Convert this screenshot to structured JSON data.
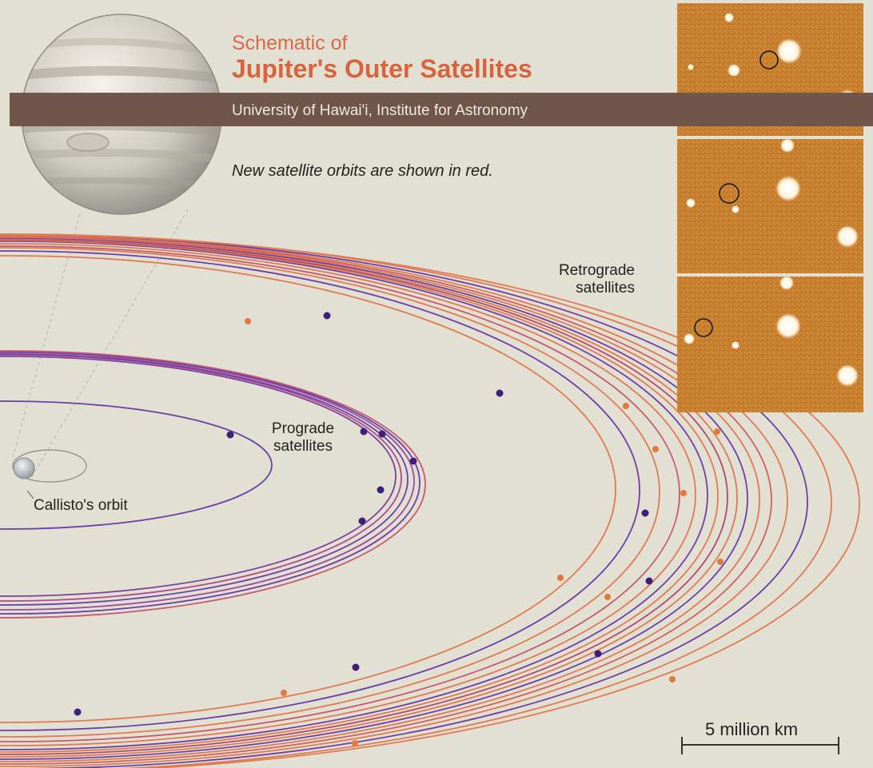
{
  "title": {
    "line1": "Schematic of",
    "line2": "Jupiter's Outer Satellites"
  },
  "banner": "University of Hawai'i, Institute for Astronomy",
  "note": "New satellite orbits are shown in red.",
  "labels": {
    "retrograde": [
      "Retrograde",
      "satellites"
    ],
    "prograde": [
      "Prograde",
      "satellites"
    ],
    "callisto": "Callisto's orbit"
  },
  "scale_bar": "5 million km",
  "colors": {
    "background": "#e2dfd3",
    "banner": "#6f554a",
    "title": "#d8643e",
    "new_orbit": "#e07a52",
    "known_orbit": "#6b3fa8",
    "known_satellite": "#3d1f7a",
    "new_satellite": "#e07a3a"
  },
  "icons": {
    "planet": "jupiter-icon",
    "moon": "callisto-icon",
    "discovery_images": "star-field-photo-icon"
  }
}
